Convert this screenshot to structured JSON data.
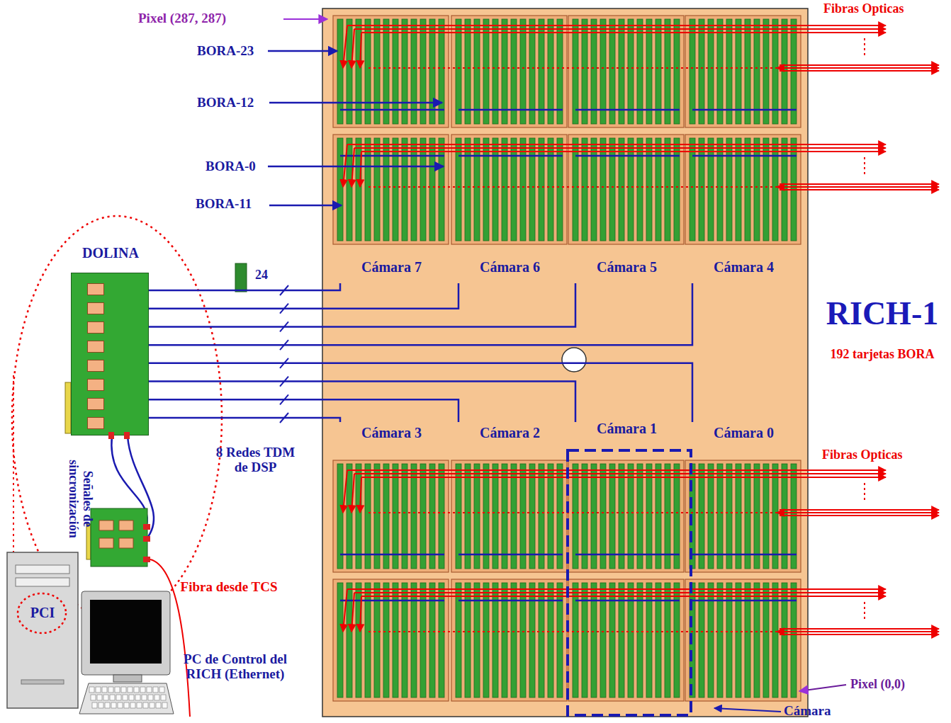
{
  "diagram": {
    "nodes": [
      {
        "text": [
          "RICH-1",
          "192 tarjetas BORA"
        ]
      },
      {
        "text": [
          "Cámara 7"
        ],
        "in": 0
      },
      {
        "text": [
          "Cámara 6"
        ],
        "in": 0
      },
      {
        "text": [
          "Cámara 5"
        ],
        "in": 0
      },
      {
        "text": [
          "Cámara 4"
        ],
        "in": 0
      },
      {
        "text": [
          "Cámara 3"
        ],
        "in": 0
      },
      {
        "text": [
          "Cámara 2"
        ],
        "in": 0
      },
      {
        "text": [
          "Cámara 1"
        ],
        "in": 0
      },
      {
        "text": [
          "Cámara 0"
        ],
        "in": 0
      },
      {
        "text": [
          "DOLINA"
        ]
      },
      {
        "text": [
          "PCI",
          "PC de Control del RICH (Ethernet)"
        ]
      }
    ],
    "edges": [
      {
        "from": 9,
        "to": 1,
        "arrow": "none",
        "label": "24"
      },
      {
        "from": 9,
        "to": 2,
        "arrow": "none"
      },
      {
        "from": 9,
        "to": 3,
        "arrow": "none"
      },
      {
        "from": 9,
        "to": 4,
        "arrow": "none"
      },
      {
        "from": 9,
        "to": 8,
        "arrow": "none"
      },
      {
        "from": 9,
        "to": 7,
        "arrow": "none"
      },
      {
        "from": 9,
        "to": 6,
        "arrow": "none"
      },
      {
        "from": 9,
        "to": 5,
        "arrow": "none"
      }
    ],
    "labels": [
      "Pixel (287, 287)",
      "BORA-23",
      "BORA-12",
      "BORA-0",
      "BORA-11",
      "Fibras Opticas",
      "Fibras Opticas",
      "Señales de sincronización",
      "8 Redes TDM de DSP",
      "Fibra desde TCS",
      "Pixel (0,0)",
      "Cámara"
    ]
  }
}
